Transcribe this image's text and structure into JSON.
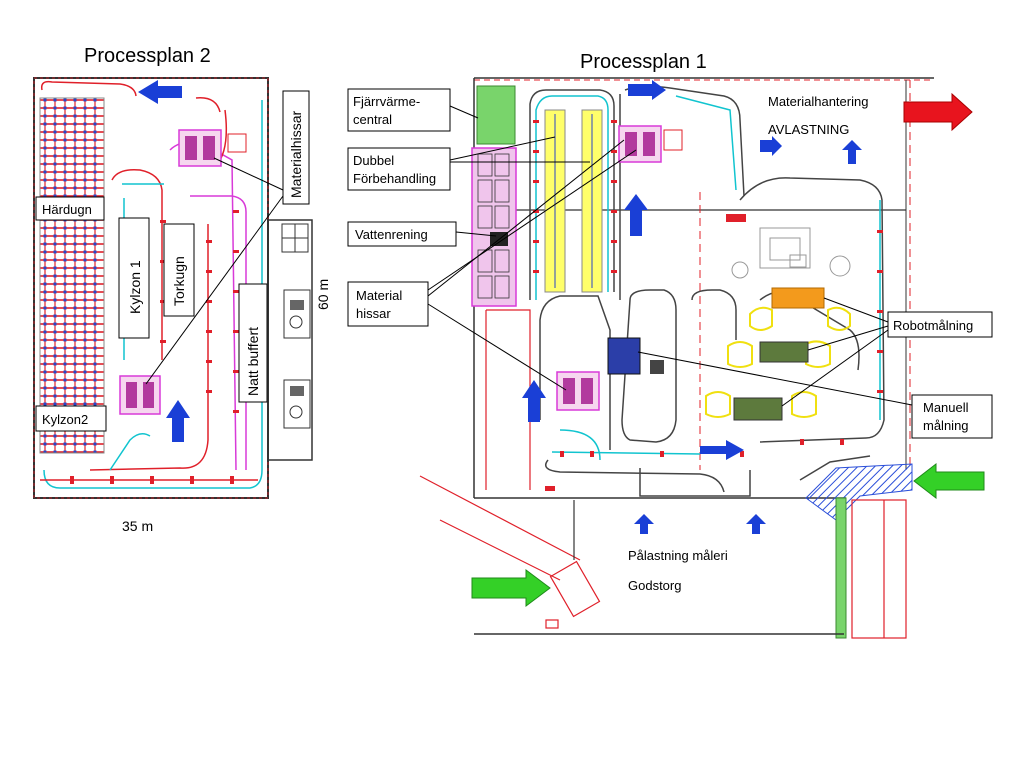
{
  "plan2": {
    "title": "Processplan 2",
    "labels": {
      "hardugn": "Härdugn",
      "kylzon1": "Kylzon 1",
      "torkugn": "Torkugn",
      "kylzon2": "Kylzon2",
      "natt_buffert": "Natt buffert",
      "materialhissar": "Materialhissar"
    },
    "dim_width": "35 m",
    "dim_height": "60 m"
  },
  "plan1": {
    "title": "Processplan 1",
    "callouts": {
      "fjarrvarme": [
        "Fjärrvärme-",
        "central"
      ],
      "dubbel": [
        "Dubbel",
        "Förbehandling"
      ],
      "vattenrening": "Vattenrening",
      "material_hissar": [
        "Material",
        "hissar"
      ],
      "robotmalning": "Robotmålning",
      "manuell": [
        "Manuell",
        "målning"
      ]
    },
    "materialhantering": "Materialhantering",
    "avlastning": "AVLASTNING",
    "palastning": "Pålastning måleri",
    "godstorg": "Godstorg"
  },
  "colors": {
    "flow_arrow_blue": "#1a3fd6",
    "unload_arrow_red": "#e8141e",
    "load_arrow_green": "#34d027",
    "conveyor_red": "#e0202a",
    "conveyor_cyan": "#11c4cf",
    "booth_yellow": "#ffff6a",
    "robot_orange": "#f39a1c",
    "manual_green": "#5d7a3d",
    "central_green": "#79d46b",
    "magenta": "#d83ad8"
  }
}
